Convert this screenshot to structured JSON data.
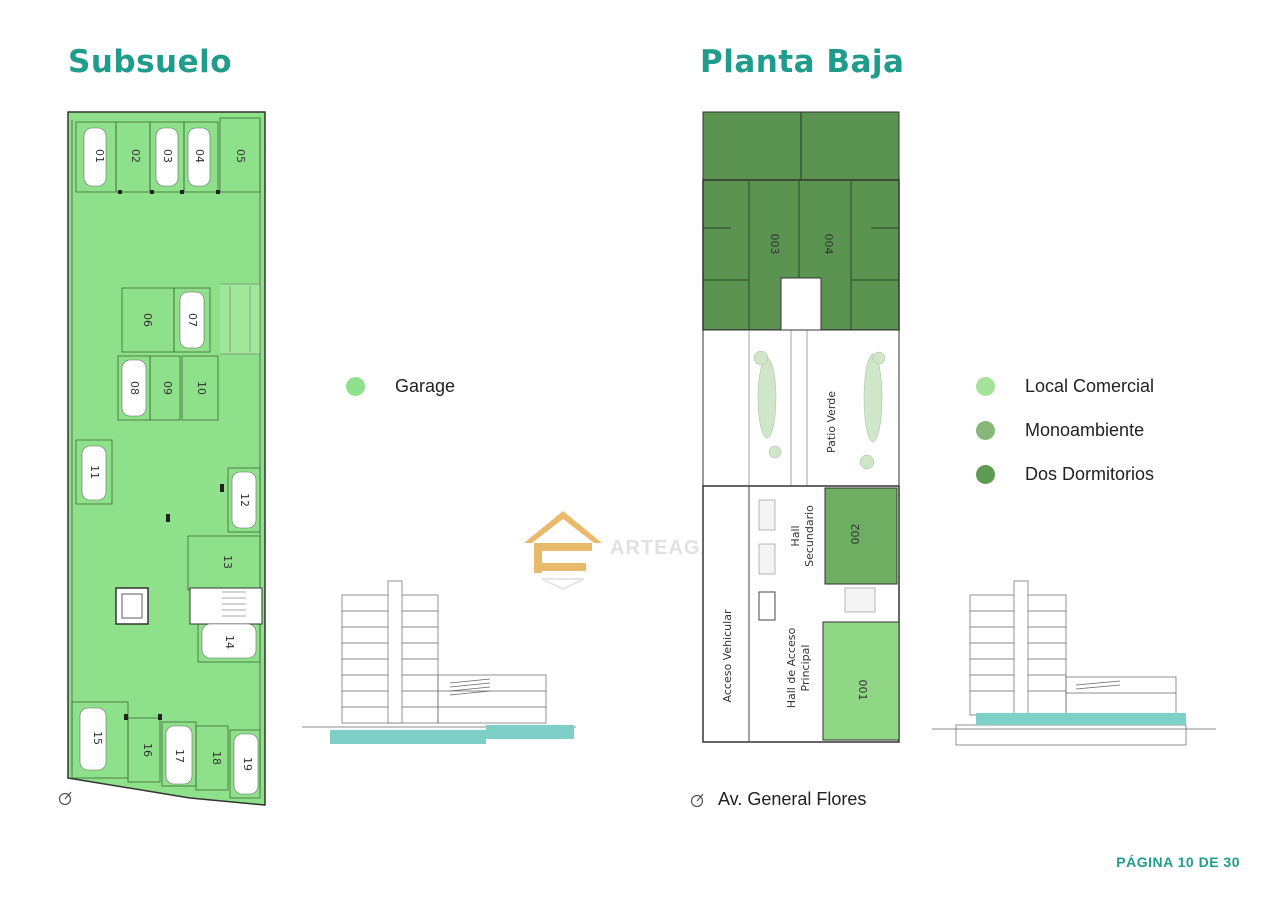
{
  "subsuelo": {
    "title": "Subsuelo",
    "spaces": [
      "01",
      "02",
      "03",
      "04",
      "05",
      "06",
      "07",
      "08",
      "09",
      "10",
      "11",
      "12",
      "13",
      "14",
      "15",
      "16",
      "17",
      "18",
      "19"
    ]
  },
  "planta_baja": {
    "title": "Planta Baja",
    "units": [
      "003",
      "004",
      "002",
      "001"
    ],
    "labels": {
      "patio": "Patio Verde",
      "hall_secundario_1": "Hall",
      "hall_secundario_2": "Secundario",
      "acceso_vehicular": "Acceso Vehicular",
      "hall_principal_1": "Hall de Acceso",
      "hall_principal_2": "Principal"
    },
    "street": "Av. General Flores"
  },
  "legend_subsuelo": [
    {
      "label": "Garage",
      "color": "#8fe08a"
    }
  ],
  "legend_planta": [
    {
      "label": "Local Comercial",
      "color": "#a7e29b"
    },
    {
      "label": "Monoambiente",
      "color": "#86b87a"
    },
    {
      "label": "Dos Dormitorios",
      "color": "#5e9a51"
    }
  ],
  "colors": {
    "garage": "#8fe08a",
    "local": "#8fd685",
    "mono": "#6eae62",
    "dos": "#5a9450",
    "water": "#7fcfc9",
    "brand": "#1f9c8c",
    "watermark": "#e2a23c"
  },
  "watermark": "ARTEAGA HILL",
  "page_number": "PÁGINA 10 DE 30"
}
